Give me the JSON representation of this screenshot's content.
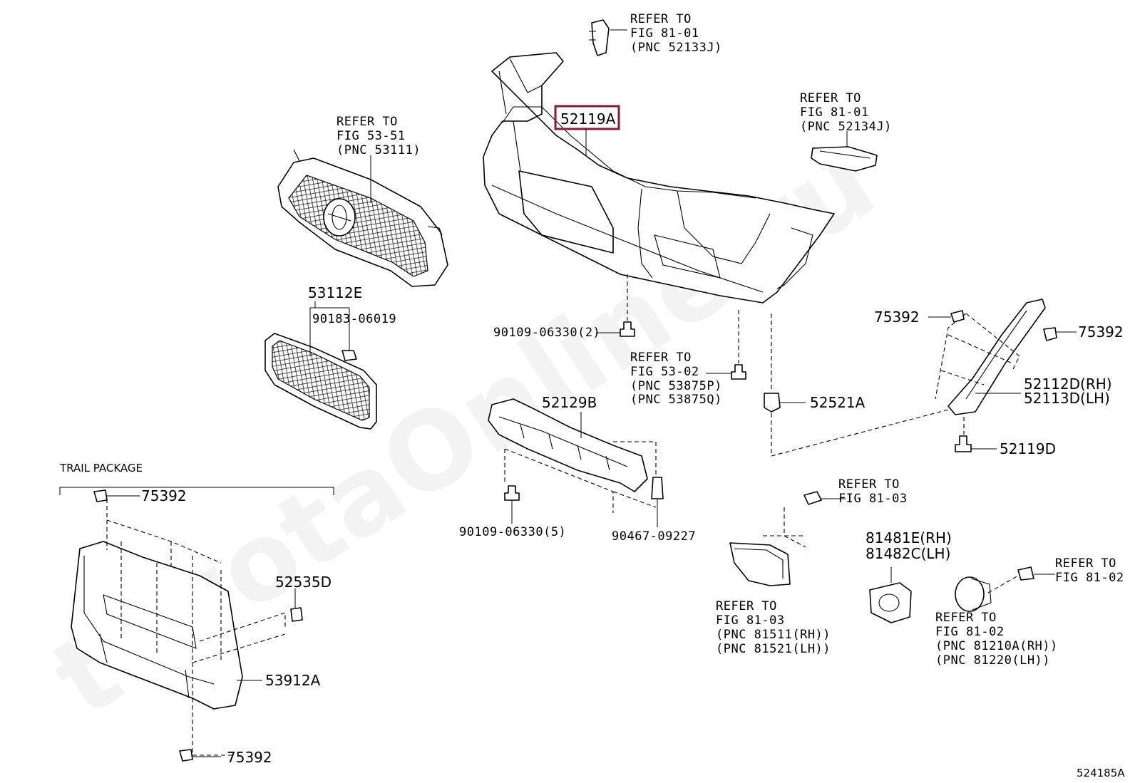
{
  "watermark": "toyotaOnline.ru",
  "figure_code": "524185A",
  "highlight_color": "#8b1a3a",
  "callouts": {
    "refer_5213": [
      "REFER TO",
      "FIG 81-01",
      "(PNC 52133J)"
    ],
    "refer_52134": [
      "REFER TO",
      "FIG 81-01",
      "(PNC 52134J)"
    ],
    "refer_53111": [
      "REFER TO",
      "FIG 53-51",
      "(PNC 53111)"
    ],
    "refer_53875": [
      "REFER TO",
      "FIG 53-02",
      "(PNC 53875P)",
      "(PNC 53875Q)"
    ],
    "refer_8103_bolt": [
      "REFER TO",
      "FIG 81-03"
    ],
    "refer_8103_fog": [
      "REFER TO",
      "FIG 81-03",
      "(PNC 81511(RH))",
      "(PNC 81521(LH))"
    ],
    "refer_8102_bolt": [
      "REFER TO",
      "FIG 81-02"
    ],
    "refer_8102_lamp": [
      "REFER TO",
      "FIG 81-02",
      "(PNC 81210A(RH))",
      "(PNC 81220(LH))"
    ]
  },
  "parts": {
    "p52119A": "52119A",
    "p53112E": "53112E",
    "p90183": "90183-06019",
    "p90109_2": "90109-06330(2)",
    "p52129B": "52129B",
    "p90109_5": "90109-06330(5)",
    "p90467": "90467-09227",
    "p75392_a": "75392",
    "p75392_b": "75392",
    "p52112D": "52112D(RH)",
    "p52113D": "52113D(LH)",
    "p52521A": "52521A",
    "p52119D": "52119D",
    "p81481E": "81481E(RH)",
    "p81482C": "81482C(LH)",
    "p75392_c": "75392",
    "p52535D": "52535D",
    "p53912A": "53912A",
    "p75392_d": "75392"
  },
  "trail_package_label": "TRAIL PACKAGE"
}
